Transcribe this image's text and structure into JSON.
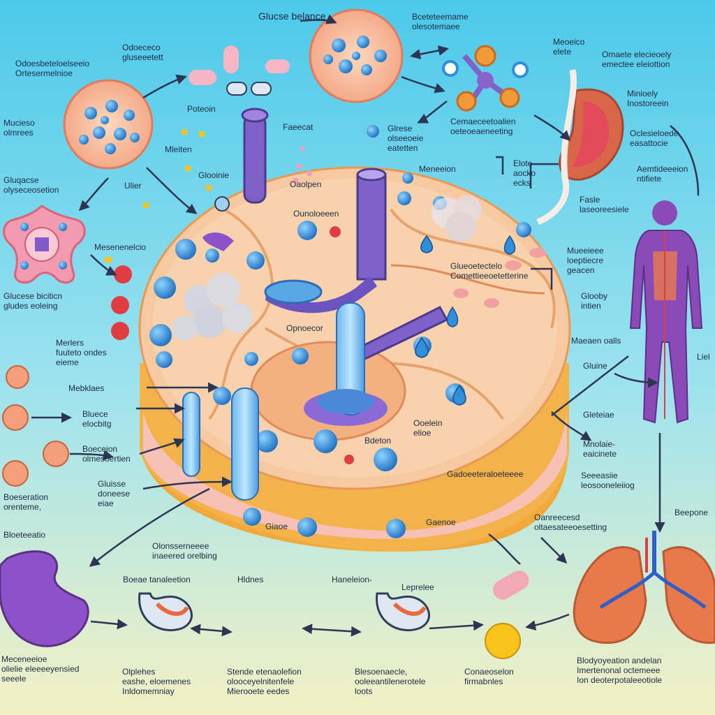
{
  "colors": {
    "bg_top": "#4cc9ea",
    "bg_mid": "#9fe3ee",
    "bg_bottom": "#f3f1c4",
    "cell_fill": "#f6c9a0",
    "cell_side": "#f2a93b",
    "cell_rim": "#f0b6a0",
    "granule": "#2f8fd8",
    "tube_purple": "#7f62c9",
    "body": "#8a4ab8",
    "lungs": "#e8794a",
    "liver": "#d8674a",
    "kidney": "#8b52c9",
    "arrow": "#2c3552",
    "text": "#1d2a44"
  },
  "icons": [
    "cell-disc-icon",
    "vesicle-circle-icon",
    "molecule-cluster-icon",
    "star-cell-icon",
    "human-body-icon",
    "liver-icon",
    "lungs-icon",
    "kidney-icon",
    "stomach-icon",
    "test-tube-icon",
    "blood-cell-icon",
    "arrow-icon"
  ],
  "labels": {
    "title": "Glucse belance",
    "top_right_title": "Bceteteemame\nolesotemaee",
    "top_left_1": "Odoececo\ngluseeetett",
    "left_1": "Odoesbeteloelseeio\nOrtesermelnioe",
    "left_2": "Mucieso\nolmrees",
    "left_3": "Gluqacse\nolyseceosetion",
    "left_4": "Glucese biciticn\ngludes eoleing",
    "left_5": "Merlers\nfuuteto ondes\neieme",
    "left_6": "Mebklaes",
    "left_7": "Bluece\nelocbitg",
    "left_8": "Boeceion\nolmesoertien",
    "left_9": "Gluisse\ndoneese\neiae",
    "left_10": "Boeseration\norenteme,",
    "left_11": "Bloeteeatio",
    "inner_1": "Poteoin",
    "inner_2": "Faeecat",
    "inner_3": "Mleiten",
    "inner_4": "Glooinie",
    "inner_5": "Glrese\nolseeoeie\neatetten",
    "inner_6": "Meneeion",
    "inner_7": "Oaolpen",
    "inner_8": "Ulier",
    "inner_9": "Mesenenelcio",
    "inner_10": "Ounoloeeen",
    "inner_11": "Glueoetectelo\nComettieeoetetterine",
    "inner_12": "Opnoecor",
    "inner_13": "Ooelein\nelioe",
    "inner_14": "Bdeton",
    "inner_15": "Gadoeeteraloeteeee",
    "inner_16": "Giaoe",
    "inner_17": "Gaenoe",
    "inner_18": "Elote\naocko\necks",
    "top_center_1": "Cemaeceetoalien\noeteoeaeneeting",
    "right_1": "Meoeico\nelete",
    "right_2": "Omaete elecieoely\nemectee eleiottion",
    "right_3": "Minioely\nInostoreein",
    "right_4": "Oclesieloede\neasattocie",
    "right_5": "Aemtideeeion\nntifiete",
    "right_6": "Fasle\nlaseoreesiele",
    "right_7": "Mueeieee\nloeptiecre\ngeacen",
    "right_8": "Glooby\nintien",
    "right_9": "Maeaen oalls",
    "right_10": "Gluine",
    "right_11": "Gleteiae",
    "right_12": "Mnolaie-\neaicinete",
    "right_13": "Seeeasiie\nleosooneleiiog",
    "right_14": "Liel",
    "right_15": "Beepone",
    "bottom_1": "Olonsserneeee\ninaeered orelbing",
    "bottom_2": "Oanreecesd\noltaesateeoesetting",
    "bottom_3": "Boeae tanaleetion",
    "bottom_4": "Hldnes",
    "bottom_5": "Haneleion-",
    "bottom_6": "Leprelee",
    "bottom_7": "Meceneeioe\nolielie eleeeeyensied\nseeele",
    "bottom_8": "Olplehes\neashe, eloemenes\nInldomemniay",
    "bottom_9": "Stende etenaolefion\nolooceyelnitenfele\nMierooete eedes",
    "bottom_10": "Blesoenaecle,\nooleeantilenerotele\nloots",
    "bottom_11": "Conaeoselon\nfirmabnles",
    "bottom_12": "Blodyoyeation andelan\nImertenonal octemeee\nIon deoterpotaleeotiole"
  }
}
